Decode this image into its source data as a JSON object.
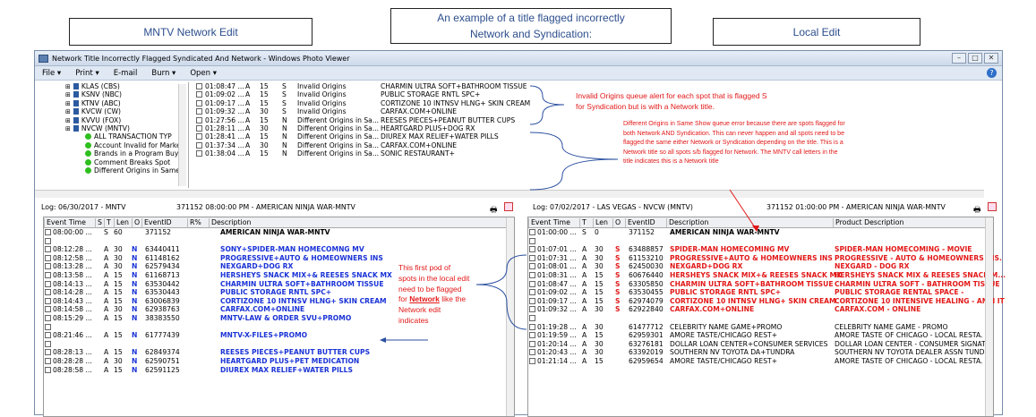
{
  "callouts": {
    "left": "MNTV Network Edit",
    "center": "An example of a title flagged incorrectly Network and Syndication:",
    "right": "Local Edit"
  },
  "window": {
    "title": "Network Title Incorrectly Flagged Syndicated And Network - Windows Photo Viewer",
    "menu": [
      "File ▾",
      "Print ▾",
      "E-mail",
      "Burn ▾",
      "Open ▾"
    ]
  },
  "tree": [
    {
      "label": "KLAS (CBS)",
      "type": "net"
    },
    {
      "label": "KSNV (NBC)",
      "type": "net"
    },
    {
      "label": "KTNV (ABC)",
      "type": "net"
    },
    {
      "label": "KVCW (CW)",
      "type": "net"
    },
    {
      "label": "KVVU (FOX)",
      "type": "net"
    },
    {
      "label": "NVCW (MNTV)",
      "type": "net"
    },
    {
      "label": "ALL TRANSACTION TYP",
      "type": "leaf"
    },
    {
      "label": "Account Invalid for Marke",
      "type": "leaf"
    },
    {
      "label": "Brands in a Program Buy",
      "type": "leaf"
    },
    {
      "label": "Comment Breaks Spot",
      "type": "leaf"
    },
    {
      "label": "Different Origins in Same",
      "type": "leaf"
    }
  ],
  "queue": [
    [
      "01:08:47 ...",
      "A",
      "15",
      "S",
      "Invalid Origins",
      "CHARMIN ULTRA SOFT+BATHROOM TISSUE"
    ],
    [
      "01:09:02 ...",
      "A",
      "15",
      "S",
      "Invalid Origins",
      "PUBLIC STORAGE RNTL SPC+"
    ],
    [
      "01:09:17 ...",
      "A",
      "15",
      "S",
      "Invalid Origins",
      "CORTIZONE 10 INTNSV HLNG+ SKIN CREAM"
    ],
    [
      "01:09:32 ...",
      "A",
      "30",
      "S",
      "Invalid Origins",
      "CARFAX.COM+ONLINE"
    ],
    [
      "01:27:56 ...",
      "A",
      "15",
      "N",
      "Different Origins in Sa...",
      "REESES PIECES+PEANUT BUTTER CUPS"
    ],
    [
      "01:28:11 ...",
      "A",
      "30",
      "N",
      "Different Origins in Sa...",
      "HEARTGARD PLUS+DOG RX"
    ],
    [
      "01:28:41 ...",
      "A",
      "15",
      "N",
      "Different Origins in Sa...",
      "DIUREX MAX RELIEF+WATER PILLS"
    ],
    [
      "01:37:34 ...",
      "A",
      "30",
      "N",
      "Different Origins in Sa...",
      "CARFAX.COM+ONLINE"
    ],
    [
      "01:38:04 ...",
      "A",
      "15",
      "N",
      "Different Origins in Sa...",
      "SONIC RESTAURANT+"
    ]
  ],
  "left_log": {
    "info": "Log: 06/30/2017 - MNTV",
    "program": "371152 08:00:00 PM - AMERICAN NINJA WAR-MNTV",
    "headers": [
      "Event Time",
      "S",
      "T",
      "Len",
      "O",
      "EventID",
      "R%",
      "Description"
    ],
    "rows": [
      {
        "time": "08:00:00 ...",
        "s": "",
        "t": "S",
        "len": "60",
        "o": "",
        "id": "371152",
        "desc": "AMERICAN NINJA WAR-MNTV",
        "style": "bold"
      },
      {
        "time": "",
        "s": "",
        "t": "",
        "len": "",
        "o": "",
        "id": "",
        "desc": "",
        "style": ""
      },
      {
        "time": "08:12:28 ...",
        "s": "",
        "t": "A",
        "len": "30",
        "o": "N",
        "id": "63440411",
        "desc": "SONY+SPIDER-MAN HOMECOMNG MV",
        "style": "blue"
      },
      {
        "time": "08:12:58 ...",
        "s": "",
        "t": "A",
        "len": "30",
        "o": "N",
        "id": "61148162",
        "desc": "PROGRESSIVE+AUTO & HOMEOWNERS INS",
        "style": "blue"
      },
      {
        "time": "08:13:28 ...",
        "s": "",
        "t": "A",
        "len": "30",
        "o": "N",
        "id": "62579434",
        "desc": "NEXGARD+DOG RX",
        "style": "blue"
      },
      {
        "time": "08:13:58 ...",
        "s": "",
        "t": "A",
        "len": "15",
        "o": "N",
        "id": "61168713",
        "desc": "HERSHEYS SNACK MIX+& REESES SNACK MX",
        "style": "blue"
      },
      {
        "time": "08:14:13 ...",
        "s": "",
        "t": "A",
        "len": "15",
        "o": "N",
        "id": "63530442",
        "desc": "CHARMIN ULTRA SOFT+BATHROOM TISSUE",
        "style": "blue"
      },
      {
        "time": "08:14:28 ...",
        "s": "",
        "t": "A",
        "len": "15",
        "o": "N",
        "id": "63530443",
        "desc": "PUBLIC STORAGE RNTL SPC+",
        "style": "blue"
      },
      {
        "time": "08:14:43 ...",
        "s": "",
        "t": "A",
        "len": "15",
        "o": "N",
        "id": "63006839",
        "desc": "CORTIZONE 10 INTNSV HLNG+ SKIN CREAM",
        "style": "blue"
      },
      {
        "time": "08:14:58 ...",
        "s": "",
        "t": "A",
        "len": "30",
        "o": "N",
        "id": "62938763",
        "desc": "CARFAX.COM+ONLINE",
        "style": "blue"
      },
      {
        "time": "08:15:29 ...",
        "s": "",
        "t": "A",
        "len": "15",
        "o": "N",
        "id": "38383550",
        "desc": "MNTV-LAW & ORDER SVU+PROMO",
        "style": "blue"
      },
      {
        "time": "",
        "s": "",
        "t": "",
        "len": "",
        "o": "",
        "id": "",
        "desc": "",
        "style": ""
      },
      {
        "time": "08:21:46 ...",
        "s": "",
        "t": "A",
        "len": "15",
        "o": "N",
        "id": "61777439",
        "desc": "MNTV-X-FILES+PROMO",
        "style": "blue"
      },
      {
        "time": "",
        "s": "",
        "t": "",
        "len": "",
        "o": "",
        "id": "",
        "desc": "",
        "style": ""
      },
      {
        "time": "08:28:13 ...",
        "s": "",
        "t": "A",
        "len": "15",
        "o": "N",
        "id": "62849374",
        "desc": "REESES PIECES+PEANUT BUTTER CUPS",
        "style": "blue"
      },
      {
        "time": "08:28:28 ...",
        "s": "",
        "t": "A",
        "len": "30",
        "o": "N",
        "id": "62590751",
        "desc": "HEARTGARD PLUS+PET MEDICATION",
        "style": "blue"
      },
      {
        "time": "08:28:58 ...",
        "s": "",
        "t": "A",
        "len": "15",
        "o": "N",
        "id": "62591125",
        "desc": "DIUREX MAX RELIEF+WATER PILLS",
        "style": "blue"
      }
    ]
  },
  "right_log": {
    "info": "Log: 07/02/2017 - LAS VEGAS - NVCW (MNTV)",
    "program": "371152 01:00:00 PM - AMERICAN NINJA WAR-MNTV",
    "headers": [
      "Event Time",
      "T",
      "Len",
      "O",
      "EventID",
      "Description",
      "Product Description"
    ],
    "rows": [
      {
        "time": "01:00:00 ...",
        "t": "S",
        "len": "0",
        "o": "",
        "id": "371152",
        "desc": "AMERICAN NINJA WAR-MNTV",
        "prod": "",
        "style": "bold"
      },
      {
        "time": "",
        "t": "",
        "len": "",
        "o": "",
        "id": "",
        "desc": "",
        "prod": "",
        "style": ""
      },
      {
        "time": "01:07:01 ...",
        "t": "A",
        "len": "30",
        "o": "S",
        "id": "63488857",
        "desc": "SPIDER-MAN HOMECOMING MV",
        "prod": "SPIDER-MAN HOMECOMING - MOVIE",
        "style": "red"
      },
      {
        "time": "01:07:31 ...",
        "t": "A",
        "len": "30",
        "o": "S",
        "id": "61153210",
        "desc": "PROGRESSIVE+AUTO & HOMEOWNERS INS",
        "prod": "PROGRESSIVE - AUTO & HOMEOWNERS INS.",
        "style": "red"
      },
      {
        "time": "01:08:01 ...",
        "t": "A",
        "len": "30",
        "o": "S",
        "id": "62450030",
        "desc": "NEXGARD+DOG RX",
        "prod": "NEXGARD - DOG RX",
        "style": "red"
      },
      {
        "time": "01:08:31 ...",
        "t": "A",
        "len": "15",
        "o": "S",
        "id": "60676440",
        "desc": "HERSHEYS SNACK MIX+& REESES SNACK MX",
        "prod": "HERSHEYS SNACK MIX & REESES SNACK M...",
        "style": "red"
      },
      {
        "time": "01:08:47 ...",
        "t": "A",
        "len": "15",
        "o": "S",
        "id": "63305850",
        "desc": "CHARMIN ULTRA SOFT+BATHROOM TISSUE",
        "prod": "CHARMIN ULTRA SOFT - BATHROOM TISSUE",
        "style": "red"
      },
      {
        "time": "01:09:02 ...",
        "t": "A",
        "len": "15",
        "o": "S",
        "id": "63530455",
        "desc": "PUBLIC STORAGE RNTL SPC+",
        "prod": "PUBLIC STORAGE RENTAL SPACE -",
        "style": "red"
      },
      {
        "time": "01:09:17 ...",
        "t": "A",
        "len": "15",
        "o": "S",
        "id": "62974079",
        "desc": "CORTIZONE 10 INTNSV HLNG+ SKIN CREAM",
        "prod": "CORTIZONE 10 INTENSIVE HEALING - ANTI IT",
        "style": "red"
      },
      {
        "time": "01:09:32 ...",
        "t": "A",
        "len": "30",
        "o": "S",
        "id": "62922840",
        "desc": "CARFAX.COM+ONLINE",
        "prod": "CARFAX.COM - ONLINE",
        "style": "red"
      },
      {
        "time": "",
        "t": "",
        "len": "",
        "o": "",
        "id": "",
        "desc": "",
        "prod": "",
        "style": ""
      },
      {
        "time": "01:19:28 ...",
        "t": "A",
        "len": "30",
        "o": "",
        "id": "61477712",
        "desc": "CELEBRITY NAME GAME+PROMO",
        "prod": "CELEBRITY NAME GAME - PROMO",
        "style": ""
      },
      {
        "time": "01:19:59 ...",
        "t": "A",
        "len": "15",
        "o": "",
        "id": "62959301",
        "desc": "AMORE TASTE/CHICAGO REST+",
        "prod": "AMORE TASTE OF CHICAGO - LOCAL RESTA.",
        "style": ""
      },
      {
        "time": "01:20:14 ...",
        "t": "A",
        "len": "30",
        "o": "",
        "id": "63276181",
        "desc": "DOLLAR LOAN CENTER+CONSUMER SERVICES",
        "prod": "DOLLAR LOAN CENTER - CONSUMER SIGNAT",
        "style": ""
      },
      {
        "time": "01:20:43 ...",
        "t": "A",
        "len": "30",
        "o": "",
        "id": "63392019",
        "desc": "SOUTHERN NV TOYOTA DA+TUNDRA",
        "prod": "SOUTHERN NV TOYOTA DEALER ASSN TUND.",
        "style": ""
      },
      {
        "time": "01:21:14 ...",
        "t": "A",
        "len": "15",
        "o": "",
        "id": "62959654",
        "desc": "AMORE TASTE/CHICAGO REST+",
        "prod": "AMORE TASTE OF CHICAGO - LOCAL RESTA.",
        "style": ""
      }
    ]
  },
  "annotations": {
    "invalid_origins": "Invalid Origins queue alert for each spot that is flagged S for Syndication but is with a Network title.",
    "different_origins": "Different Origins in Same Show queue error because there are spots flagged for both Network AND Syndication.  This can never happen and all spots need to be flagged the same either Network or Syndication depending on the title.  This is a Network title so all spots s/b flagged for Network.  The MNTV call letters in the title indicates this is a Network title",
    "pod_note_1": "This first pod of spots in the local edit need to be flagged for",
    "pod_note_network": "Network",
    "pod_note_2": "like the Network edit indicates"
  },
  "colors": {
    "network_blue": "#1a33d6",
    "syndication_red": "#e21818",
    "callout_text": "#2c4e8c"
  }
}
